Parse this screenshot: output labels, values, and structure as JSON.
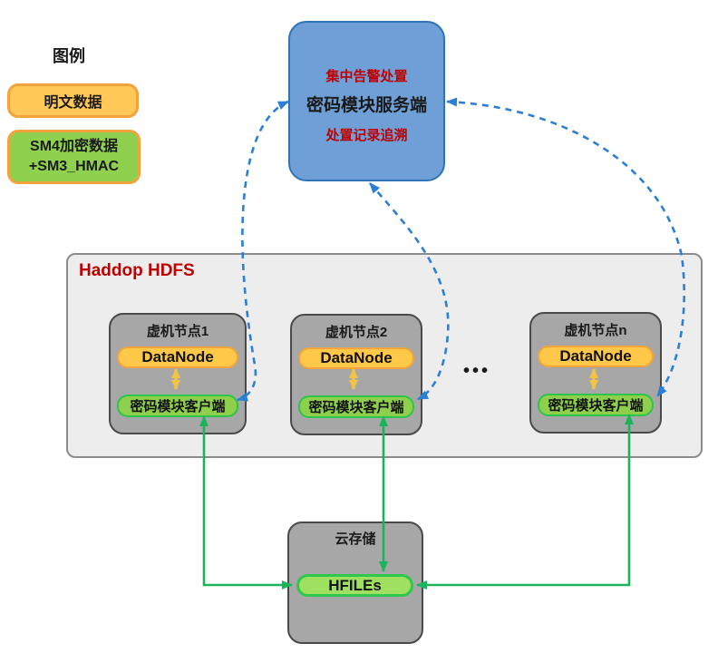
{
  "legend": {
    "title": "图例",
    "plain_label": "明文数据",
    "encrypted_line1": "SM4加密数据",
    "encrypted_line2": "+SM3_HMAC"
  },
  "server": {
    "alert_label": "集中告警处置",
    "name": "密码模块服务端",
    "trace_label": "处置记录追溯"
  },
  "hdfs": {
    "title": "Haddop HDFS",
    "ellipsis": "•••",
    "nodes": [
      {
        "title": "虚机节点1",
        "datanode": "DataNode",
        "client": "密码模块客户端"
      },
      {
        "title": "虚机节点2",
        "datanode": "DataNode",
        "client": "密码模块客户端"
      },
      {
        "title": "虚机节点n",
        "datanode": "DataNode",
        "client": "密码模块客户端"
      }
    ]
  },
  "storage": {
    "title": "云存储",
    "hfiles": "HFILEs"
  },
  "colors": {
    "server_fill": "#6E9FD6",
    "server_border": "#2E75B6",
    "dashed_arrow_blue": "#2B7FD4",
    "red_text": "#C00000",
    "plain_data_fill": "#FFC857",
    "orange_border": "#F2A33C",
    "encrypted_fill": "#8FD14E",
    "green_border": "#2DC44D",
    "green_arrow": "#1CB45A",
    "yellow_arrow": "#F2C344",
    "node_gray": "#A7A7A7",
    "container_gray": "#EDEDED"
  }
}
